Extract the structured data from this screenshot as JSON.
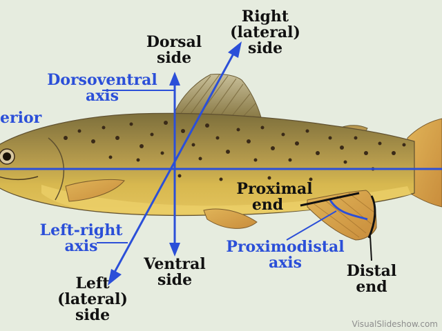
{
  "labels": {
    "dorsal_side": [
      "Dorsal",
      "side"
    ],
    "right_lateral_side": [
      "Right",
      "(lateral)",
      "side"
    ],
    "dorsoventral_axis": [
      "Dorsoventral",
      "axis"
    ],
    "anterior": "erior",
    "proximal_end": [
      "Proximal",
      "end"
    ],
    "left_right_axis": [
      "Left-right",
      "axis"
    ],
    "proximodistal_axis": [
      "Proximodistal",
      "axis"
    ],
    "ventral_side": [
      "Ventral",
      "side"
    ],
    "distal_end": [
      "Distal",
      "end"
    ],
    "left_lateral_side": [
      "Left",
      "(lateral)",
      "side"
    ]
  },
  "watermark": "VisualSlideshow.com",
  "colors": {
    "background": "#e6ecdf",
    "axis_blue": "#2b4fd8",
    "label_black": "#111111",
    "fish_back": "#8a7a3e",
    "fish_belly": "#d9b94e",
    "spots": "#3a2a18"
  }
}
